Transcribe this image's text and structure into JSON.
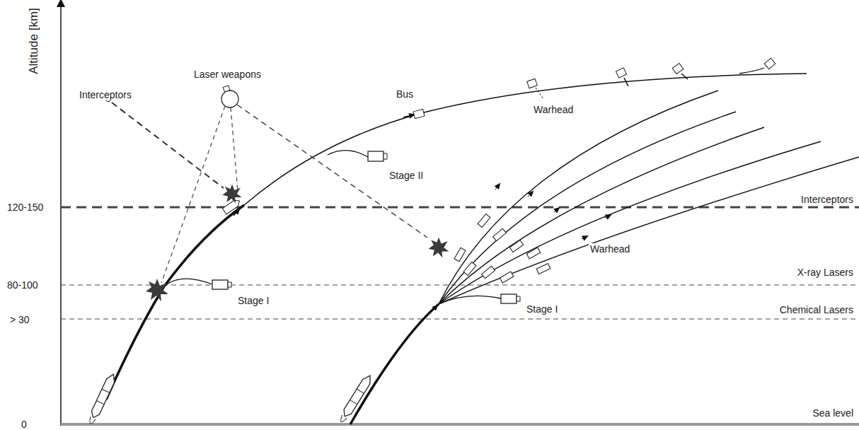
{
  "diagram": {
    "labels": [
      "Altitude [km]",
      "Interceptors",
      "Laser weapons",
      "Bus",
      "Warhead",
      "Stage II",
      "120-150",
      "Interceptors",
      "Warhead",
      "80-100",
      "X-ray Lasers",
      "Stage I",
      "> 30",
      "Chemical Lasers",
      "Stage I",
      "0",
      "Sea level"
    ]
  }
}
